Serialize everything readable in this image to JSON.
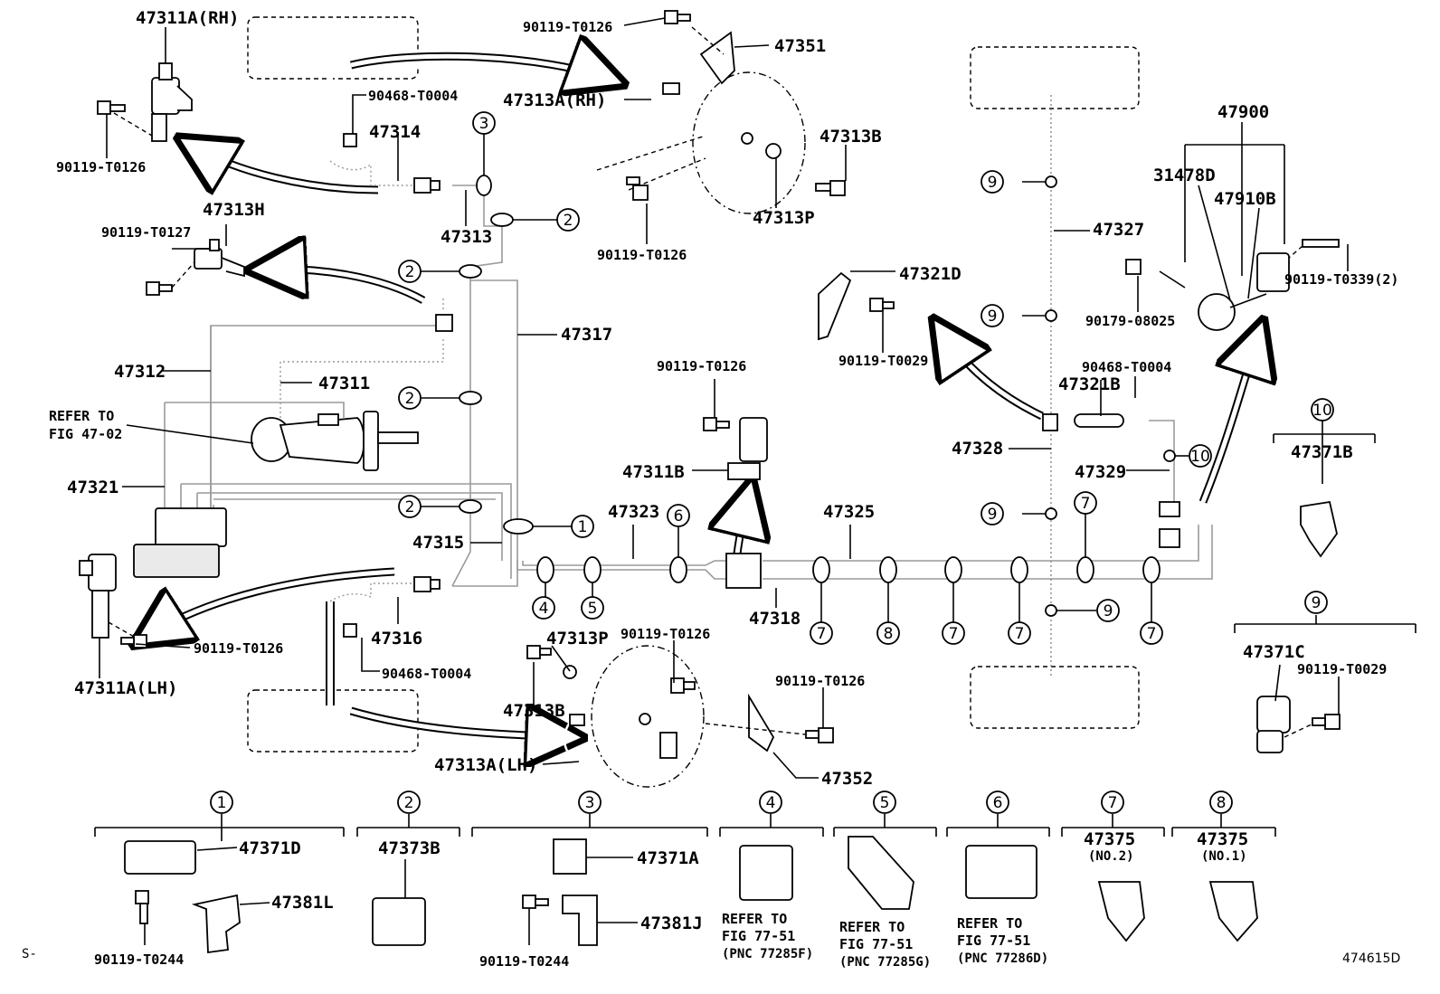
{
  "labels": {
    "p47311A_RH": "47311A(RH)",
    "p90119_T0126_tl": "90119-T0126",
    "p90119_T0126_top": "90119-T0126",
    "p47351": "47351",
    "p47313A_RH": "47313A(RH)",
    "p90468_T0004_a": "90468-T0004",
    "p47314": "47314",
    "p47313B_a": "47313B",
    "p47313P_a": "47313P",
    "p90119_T0126_b": "90119-T0126",
    "p47313H": "47313H",
    "p90119_T0127": "90119-T0127",
    "p47313": "47313",
    "p47317": "47317",
    "p47312": "47312",
    "p47311": "47311",
    "refer_a1": "REFER TO",
    "refer_a2": "FIG 47-02",
    "p47321": "47321",
    "p47315": "47315",
    "p47316": "47316",
    "p90119_T0126_lh": "90119-T0126",
    "p47311A_LH": "47311A(LH)",
    "p90468_T0004_b": "90468-T0004",
    "p47313P_b": "47313P",
    "p90119_T0126_c": "90119-T0126",
    "p47313B_b": "47313B",
    "p90119_T0126_d": "90119-T0126",
    "p47313A_LH": "47313A(LH)",
    "p47352": "47352",
    "p90119_T0126_e": "90119-T0126",
    "p47311B": "47311B",
    "p47323": "47323",
    "p47325": "47325",
    "p47318": "47318",
    "p47321D": "47321D",
    "p90119_T0029_a": "90119-T0029",
    "p47327": "47327",
    "p90468_T0004_c": "90468-T0004",
    "p47321B": "47321B",
    "p47328": "47328",
    "p47329": "47329",
    "p47900": "47900",
    "p31478D": "31478D",
    "p47910B": "47910B",
    "p90179_08025": "90179-08025",
    "p90119_T0339": "90119-T0339(2)",
    "p47371B": "47371B",
    "p47371C": "47371C",
    "p90119_T0029_b": "90119-T0029",
    "p47371D": "47371D",
    "p47381L": "47381L",
    "p90119_T0244_a": "90119-T0244",
    "p47373B": "47373B",
    "p47371A": "47371A",
    "p47381J": "47381J",
    "p90119_T0244_b": "90119-T0244",
    "refer4_1": "REFER TO",
    "refer4_2": "FIG 77-51",
    "refer4_3": "(PNC 77285F)",
    "refer5_1": "REFER TO",
    "refer5_2": "FIG 77-51",
    "refer5_3": "(PNC 77285G)",
    "refer6_1": "REFER TO",
    "refer6_2": "FIG 77-51",
    "refer6_3": "(PNC 77286D)",
    "p47375_a": "47375",
    "no2": "(NO.2)",
    "p47375_b": "47375",
    "no1": "(NO.1)",
    "corner_s": "S-",
    "figure_id": "474615D"
  },
  "callouts": {
    "c1": "1",
    "c2": "2",
    "c3": "3",
    "c4": "4",
    "c5": "5",
    "c6": "6",
    "c7": "7",
    "c8": "8",
    "c9": "9",
    "c10": "10"
  }
}
